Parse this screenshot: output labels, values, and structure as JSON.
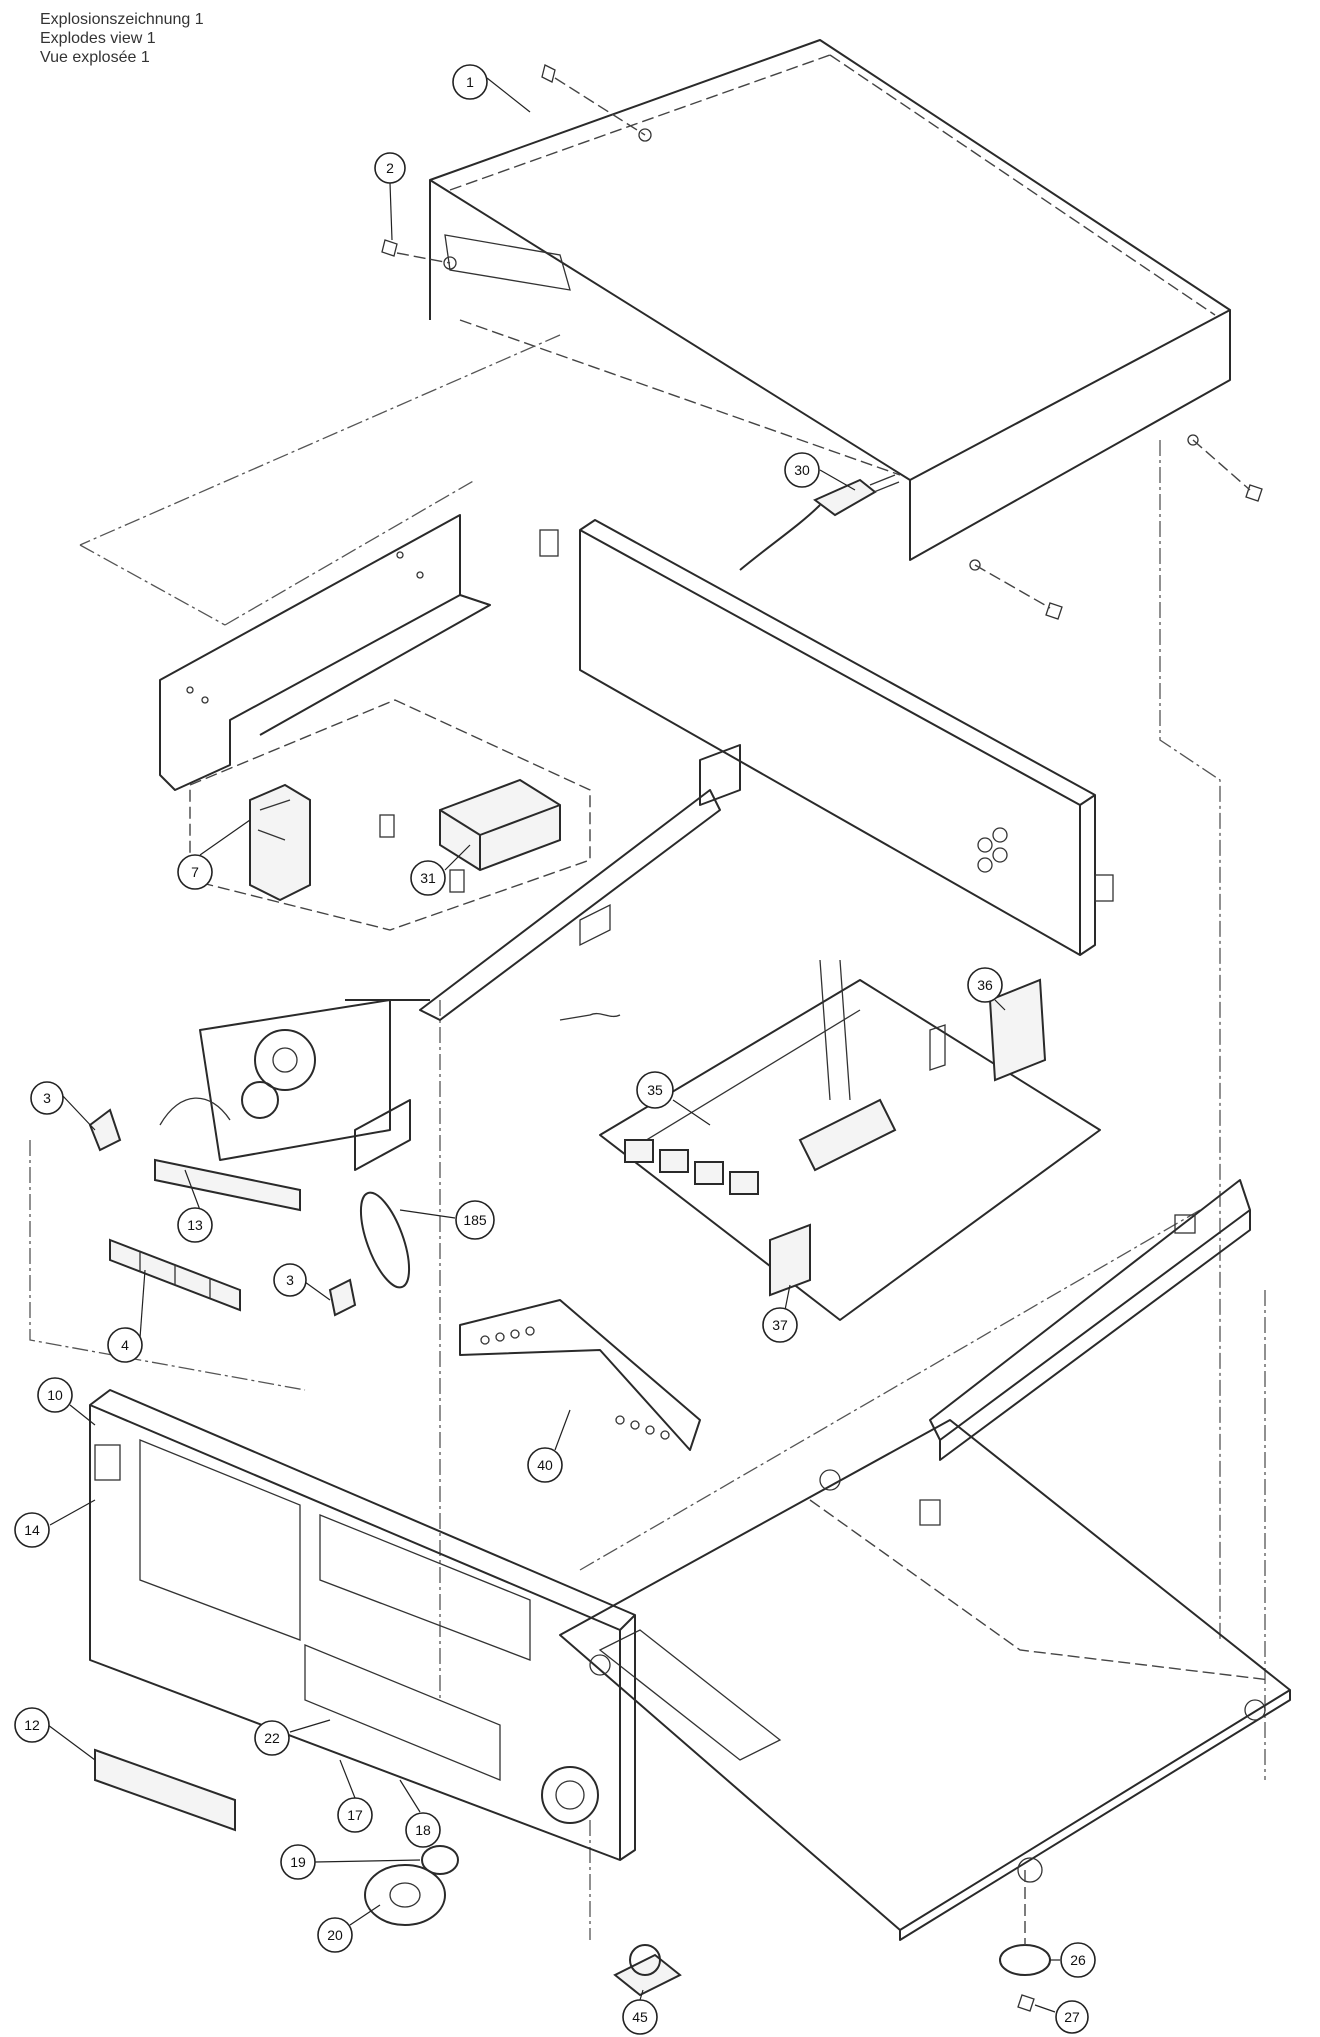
{
  "title": {
    "line1": "Explosionszeichnung 1",
    "line2": "Explodes view 1",
    "line3": "Vue explosée 1"
  },
  "callouts": [
    "1",
    "2",
    "30",
    "7",
    "31",
    "3",
    "13",
    "185",
    "4",
    "3",
    "35",
    "36",
    "37",
    "40",
    "10",
    "14",
    "12",
    "22",
    "17",
    "18",
    "19",
    "20",
    "45",
    "26",
    "27"
  ]
}
